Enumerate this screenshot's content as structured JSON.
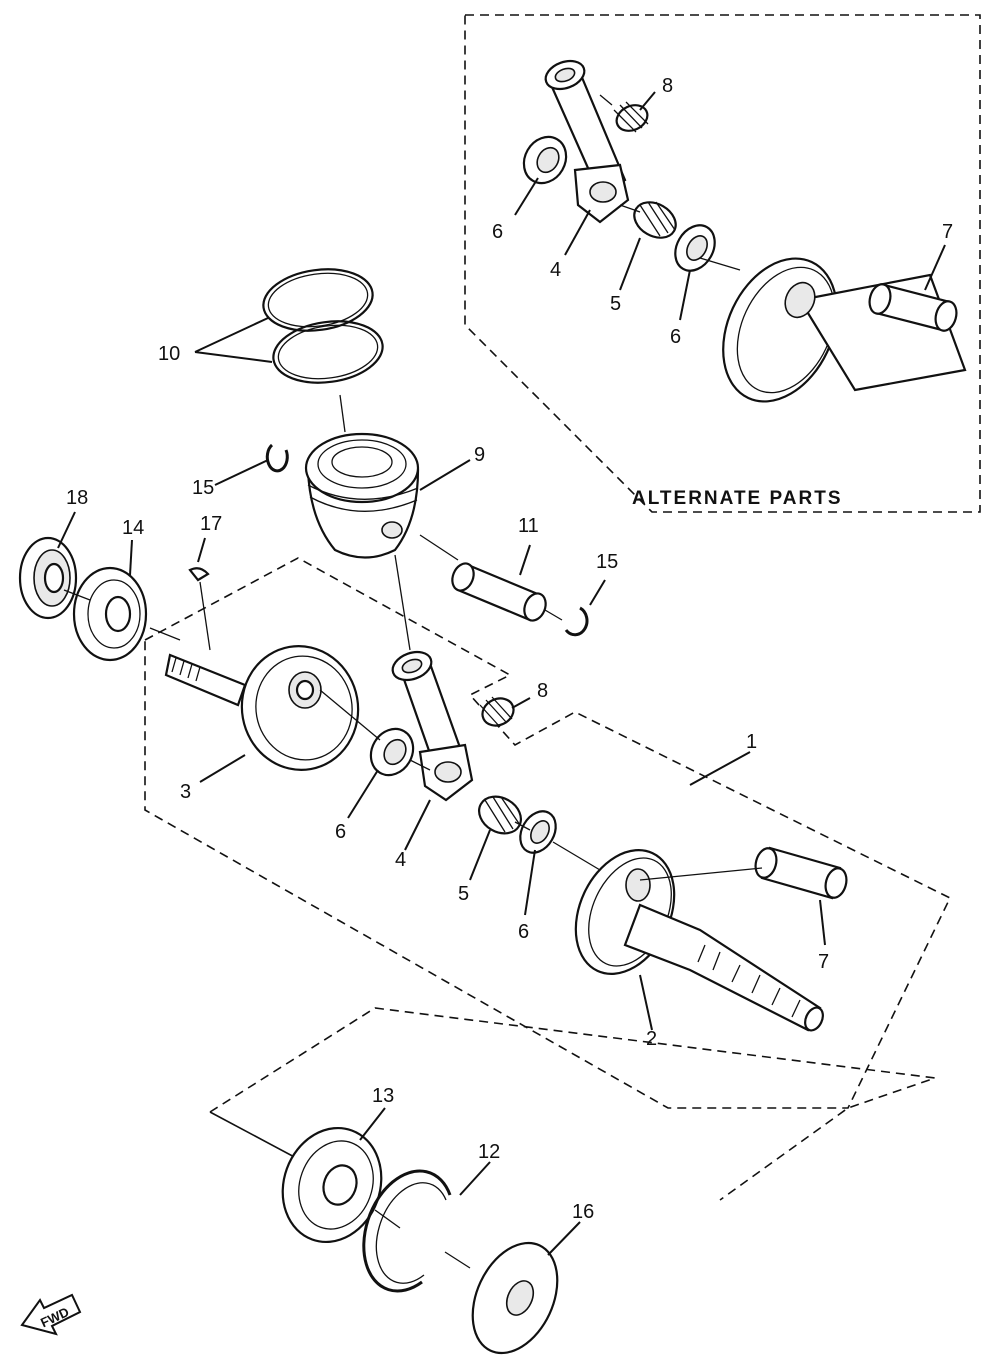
{
  "alternate_parts_label": "ALTERNATE  PARTS",
  "fwd_label": "FWD",
  "callouts": {
    "c1": "1",
    "c2": "2",
    "c3": "3",
    "c4_main": "4",
    "c4_alt": "4",
    "c5_main": "5",
    "c5_alt": "5",
    "c6_main_a": "6",
    "c6_main_b": "6",
    "c6_alt_a": "6",
    "c6_alt_b": "6",
    "c7_main": "7",
    "c7_alt": "7",
    "c8_main": "8",
    "c8_alt": "8",
    "c9": "9",
    "c10": "10",
    "c11": "11",
    "c12": "12",
    "c13": "13",
    "c14": "14",
    "c15_a": "15",
    "c15_b": "15",
    "c16": "16",
    "c17": "17",
    "c18": "18"
  }
}
